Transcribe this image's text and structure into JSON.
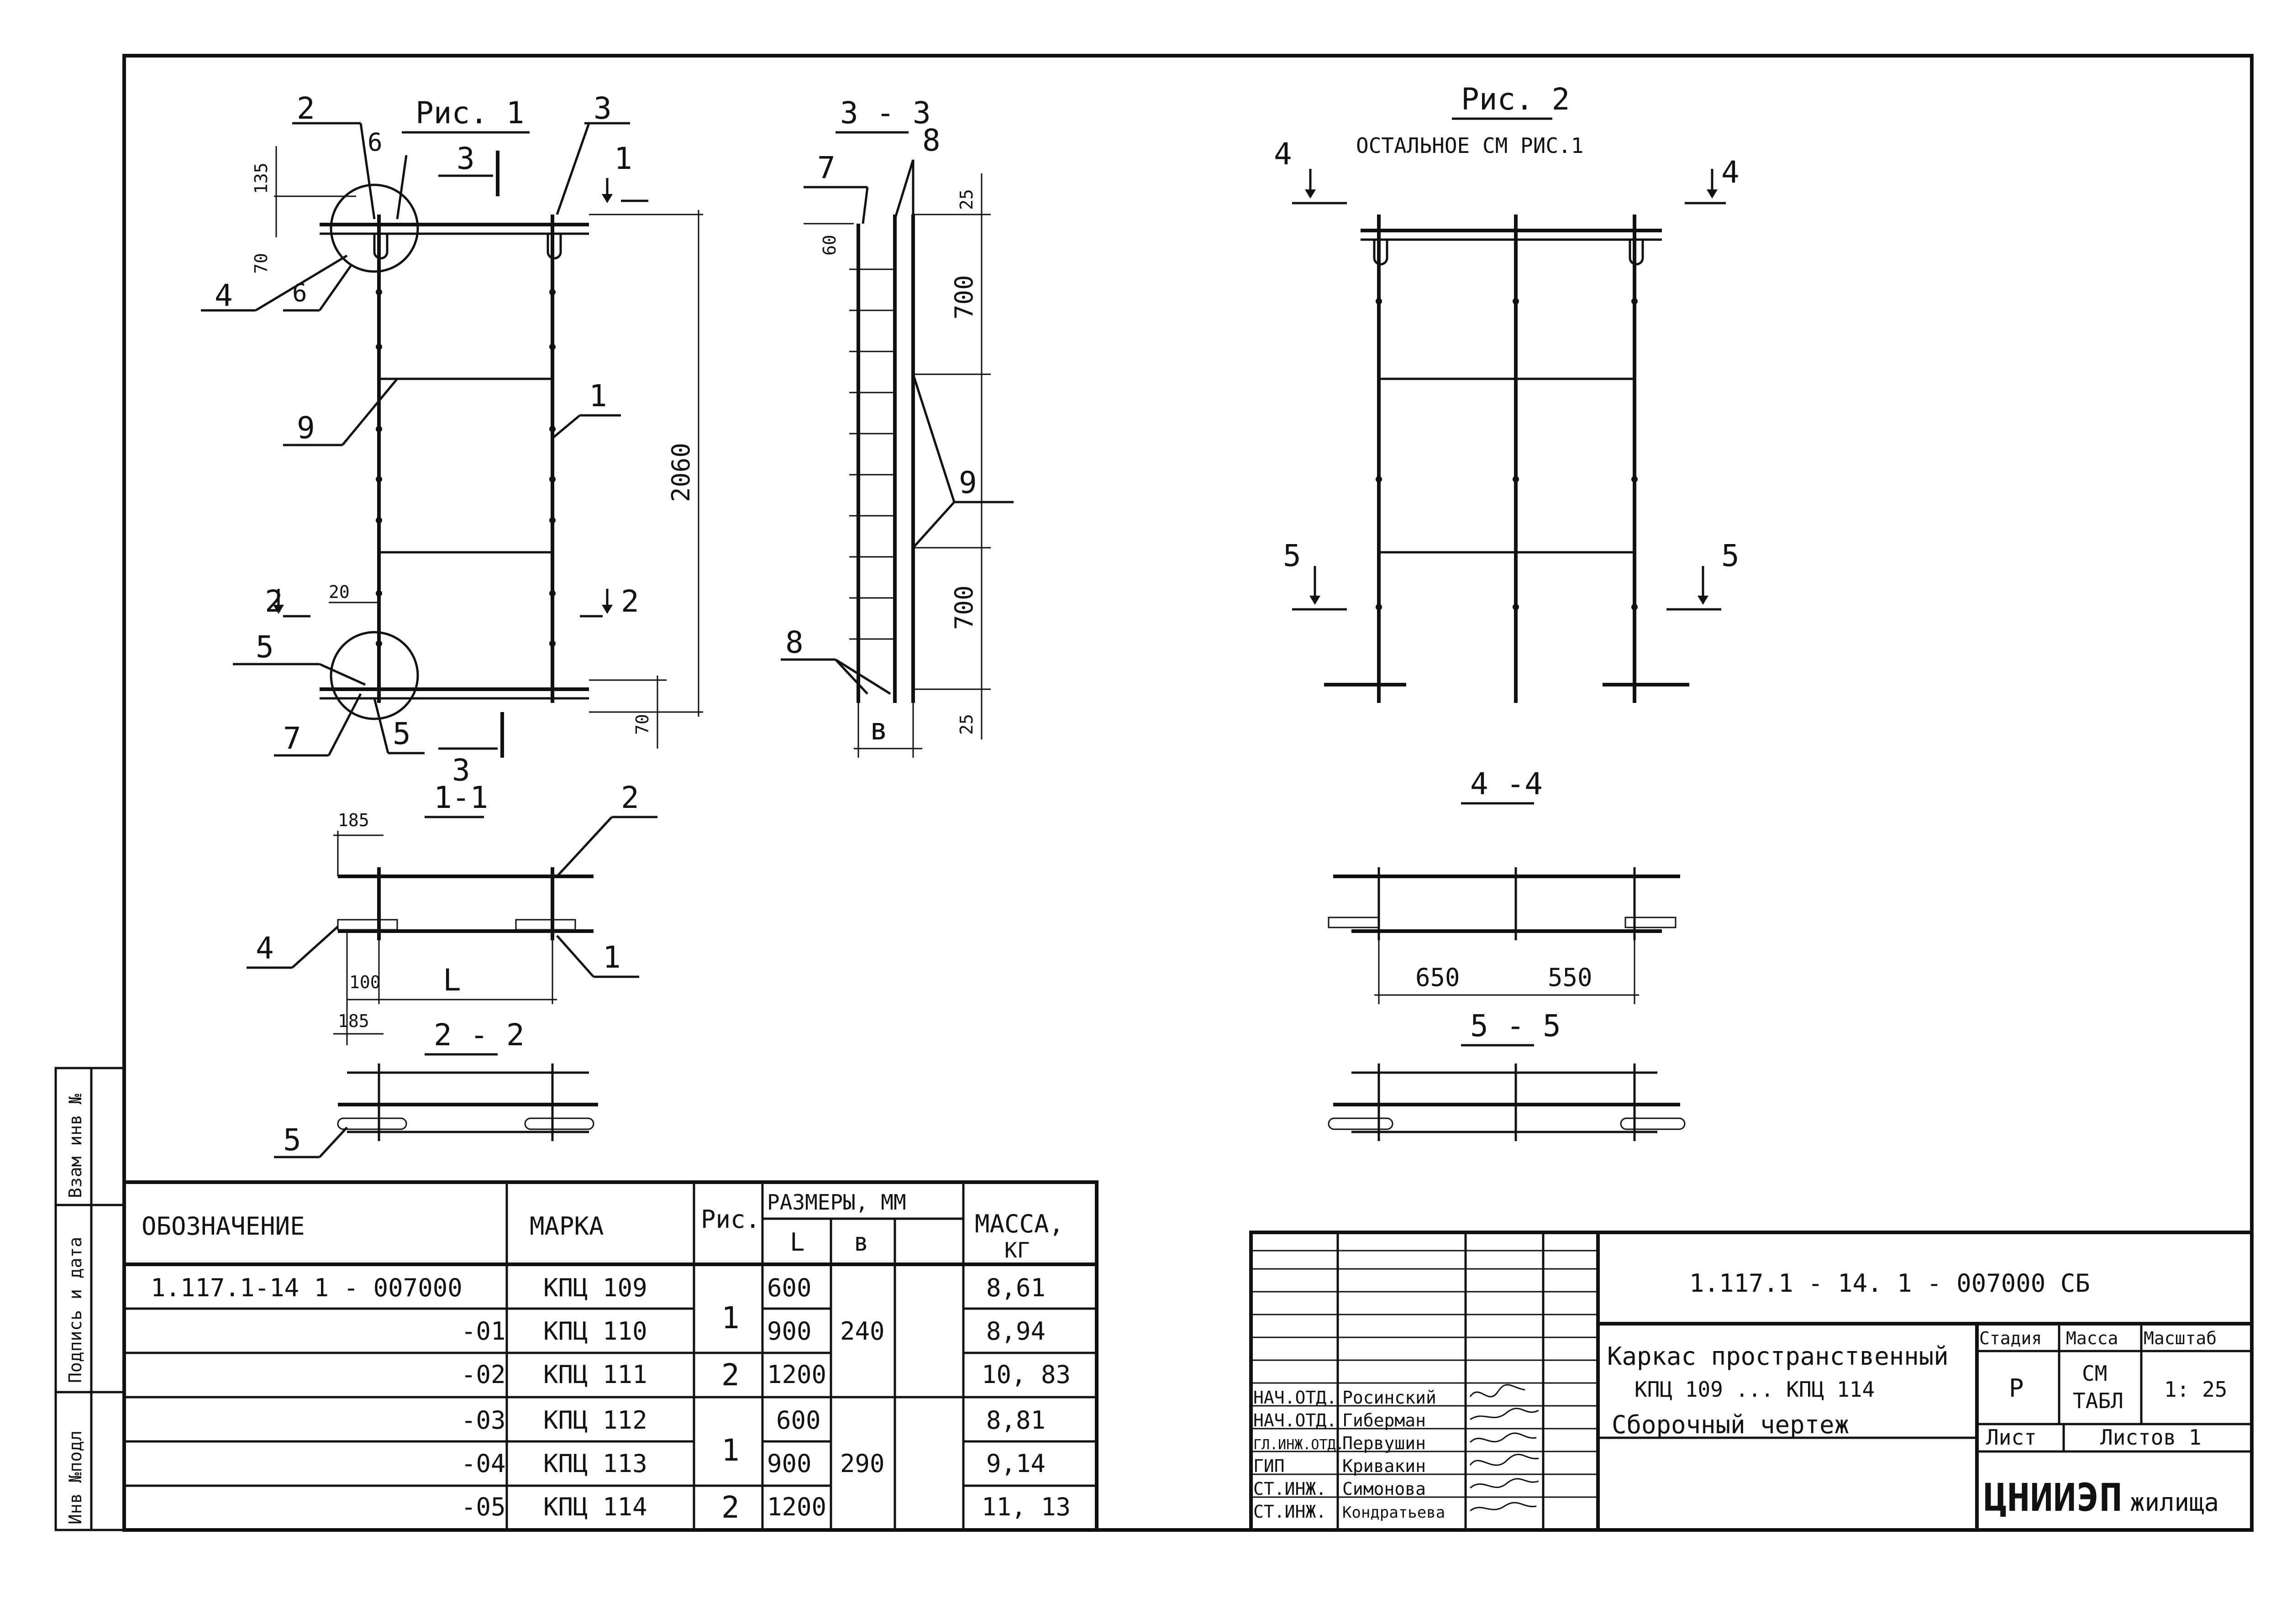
{
  "fig1": {
    "title": "Рис. 1",
    "labels": {
      "p2": "2",
      "p3": "3",
      "p6a": "6",
      "p3b": "3",
      "p1a": "1",
      "p4": "4",
      "p6b": "6",
      "p9": "9",
      "p1b": "1",
      "p2b": "2",
      "p2c": "2",
      "p5a": "5",
      "p7": "7",
      "p5b": "5",
      "p3c": "3"
    },
    "dims": {
      "d135": "135",
      "d70": "70",
      "d2060": "2060",
      "d20": "20",
      "d70b": "70"
    }
  },
  "sec33": {
    "title": "3 - 3",
    "labels": {
      "p7": "7",
      "p8": "8",
      "p9": "9",
      "p8b": "8",
      "b": "в"
    },
    "dims": {
      "d25": "25",
      "d60": "60",
      "d700": "700",
      "d700b": "700",
      "d25b": "25"
    }
  },
  "fig2": {
    "title": "Рис. 2",
    "subtitle": "ОСТАЛЬНОЕ СМ РИС.1",
    "labels": {
      "p4l": "4",
      "p4r": "4",
      "p5l": "5",
      "p5r": "5"
    }
  },
  "sec11": {
    "title": "1-1",
    "labels": {
      "p2": "2",
      "p4": "4",
      "p1": "1",
      "L": "L"
    },
    "dims": {
      "d185": "185",
      "d100": "100",
      "d185b": "185"
    }
  },
  "sec22": {
    "title": "2 - 2",
    "labels": {
      "p5": "5"
    }
  },
  "sec44": {
    "title": "4 -4",
    "dims": {
      "d650": "650",
      "d550": "550"
    }
  },
  "sec55": {
    "title": "5 - 5"
  },
  "side_stamp": [
    "Инв №подл",
    "Подпись и дата",
    "Взам инв №"
  ],
  "spec": {
    "headers": {
      "designation": "ОБОЗНАЧЕНИЕ",
      "mark": "МАРКА",
      "fig": "Рис.",
      "dims": "РАЗМЕРЫ, ММ",
      "L": "L",
      "b": "в",
      "mass": "МАССА,",
      "mass_unit": "КГ"
    },
    "rows": [
      {
        "designation": "1.117.1-14 1 - 007000",
        "mark": "КПЦ 109",
        "L": "600",
        "mass": "8,61"
      },
      {
        "designation": "-01",
        "mark": "КПЦ 110",
        "L": "900",
        "mass": "8,94"
      },
      {
        "designation": "-02",
        "mark": "КПЦ 111",
        "L": "1200",
        "mass": "10, 83"
      },
      {
        "designation": "-03",
        "mark": "КПЦ 112",
        "L": "600",
        "mass": "8,81"
      },
      {
        "designation": "-04",
        "mark": "КПЦ 113",
        "L": "900",
        "mass": "9,14"
      },
      {
        "designation": "-05",
        "mark": "КПЦ 114",
        "L": "1200",
        "mass": "11, 13"
      }
    ],
    "fig_groups": [
      "1",
      "2",
      "1",
      "2"
    ],
    "b_groups": [
      "240",
      "290"
    ]
  },
  "title_block": {
    "code": "1.117.1 - 14. 1 - 007000 СБ",
    "name_lines": [
      "Каркас пространственный",
      "КПЦ 109 ... КПЦ 114",
      "Сборочный чертеж"
    ],
    "stage_h": "Стадия",
    "mass_h": "Масса",
    "scale_h": "Масштаб",
    "stage": "Р",
    "mass_1": "СМ",
    "mass_2": "ТАБЛ",
    "scale": "1: 25",
    "sheet_h": "Лист",
    "sheets_h": "Листов 1",
    "org_main": "ЦНИИЭП",
    "org_sub": "жилища",
    "people": [
      {
        "role": "НАЧ.ОТД.",
        "name": "Росинский"
      },
      {
        "role": "НАЧ.ОТД.",
        "name": "Гиберман"
      },
      {
        "role": "ГЛ.ИНЖ.ОТД.",
        "name": "Первушин"
      },
      {
        "role": "ГИП",
        "name": "Кривакин"
      },
      {
        "role": "СТ.ИНЖ.",
        "name": "Симонова"
      },
      {
        "role": "СТ.ИНЖ.",
        "name": "Кондратьева"
      }
    ]
  }
}
